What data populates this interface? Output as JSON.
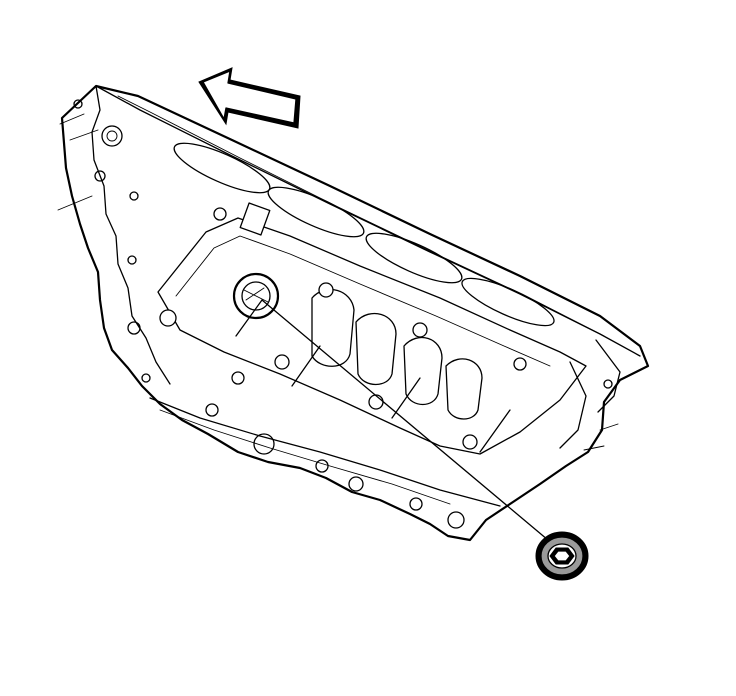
{
  "figure": {
    "subject": "engine-block-side-view",
    "callout_part": "core-hole-plug",
    "direction_indicator": "front-arrow",
    "colors": {
      "line": "#000000",
      "background": "#ffffff",
      "part_shading": "#9a9a9a"
    }
  }
}
